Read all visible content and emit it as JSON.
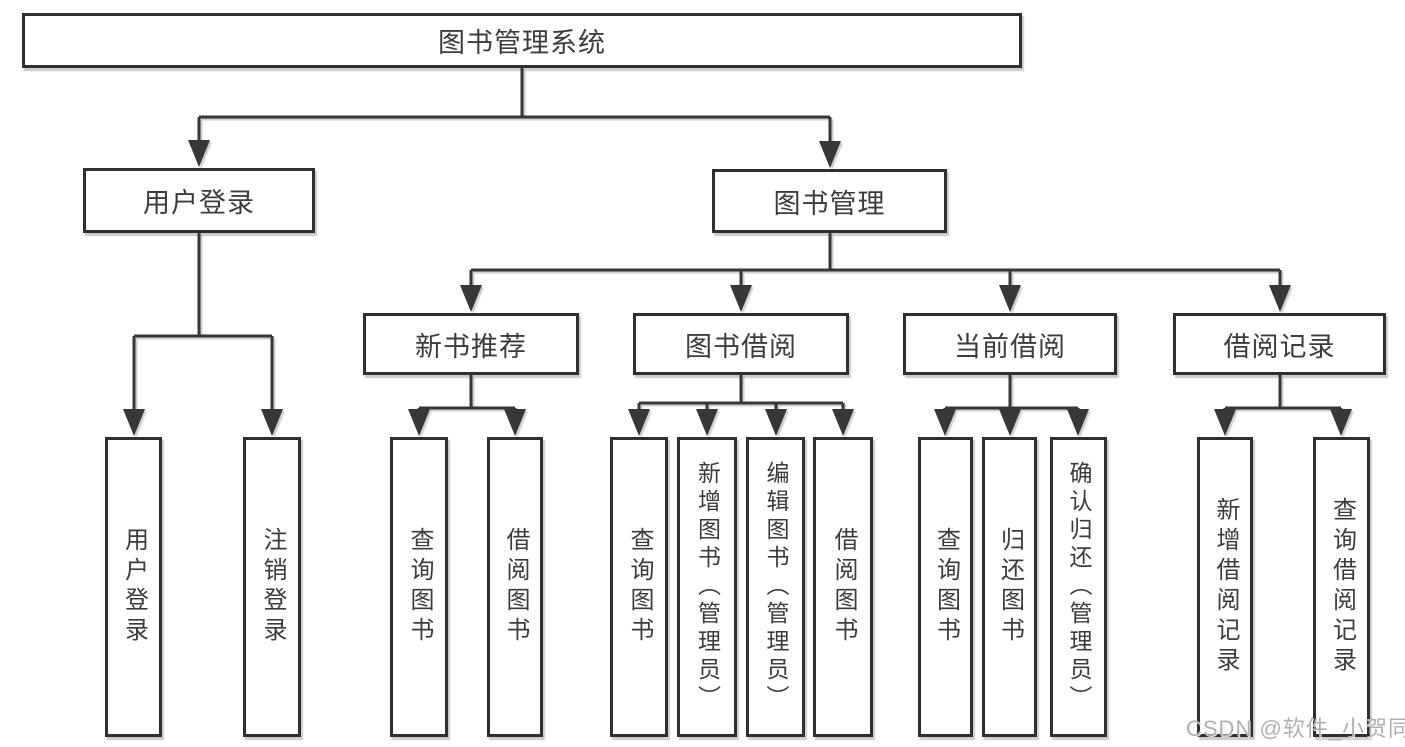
{
  "diagram": {
    "root": {
      "label": "图书管理系统"
    },
    "branches": [
      {
        "label": "用户登录",
        "children": [
          {
            "label": "用户登录"
          },
          {
            "label": "注销登录"
          }
        ]
      },
      {
        "label": "图书管理",
        "children": [
          {
            "label": "新书推荐",
            "children": [
              {
                "label": "查询图书"
              },
              {
                "label": "借阅图书"
              }
            ]
          },
          {
            "label": "图书借阅",
            "children": [
              {
                "label": "查询图书"
              },
              {
                "label": "新增图书（管理员）"
              },
              {
                "label": "编辑图书（管理员）"
              },
              {
                "label": "借阅图书"
              }
            ]
          },
          {
            "label": "当前借阅",
            "children": [
              {
                "label": "查询图书"
              },
              {
                "label": "归还图书"
              },
              {
                "label": "确认归还（管理员）"
              }
            ]
          },
          {
            "label": "借阅记录",
            "children": [
              {
                "label": "新增借阅记录"
              },
              {
                "label": "查询借阅记录"
              }
            ]
          }
        ]
      }
    ]
  },
  "watermark": {
    "text": "CSDN @软件_小贺同学"
  },
  "colors": {
    "line": "#373737",
    "box_border": "#2f2f2f",
    "text": "#3c3c3c",
    "watermark": "#b0b0b0",
    "background": "#ffffff"
  }
}
